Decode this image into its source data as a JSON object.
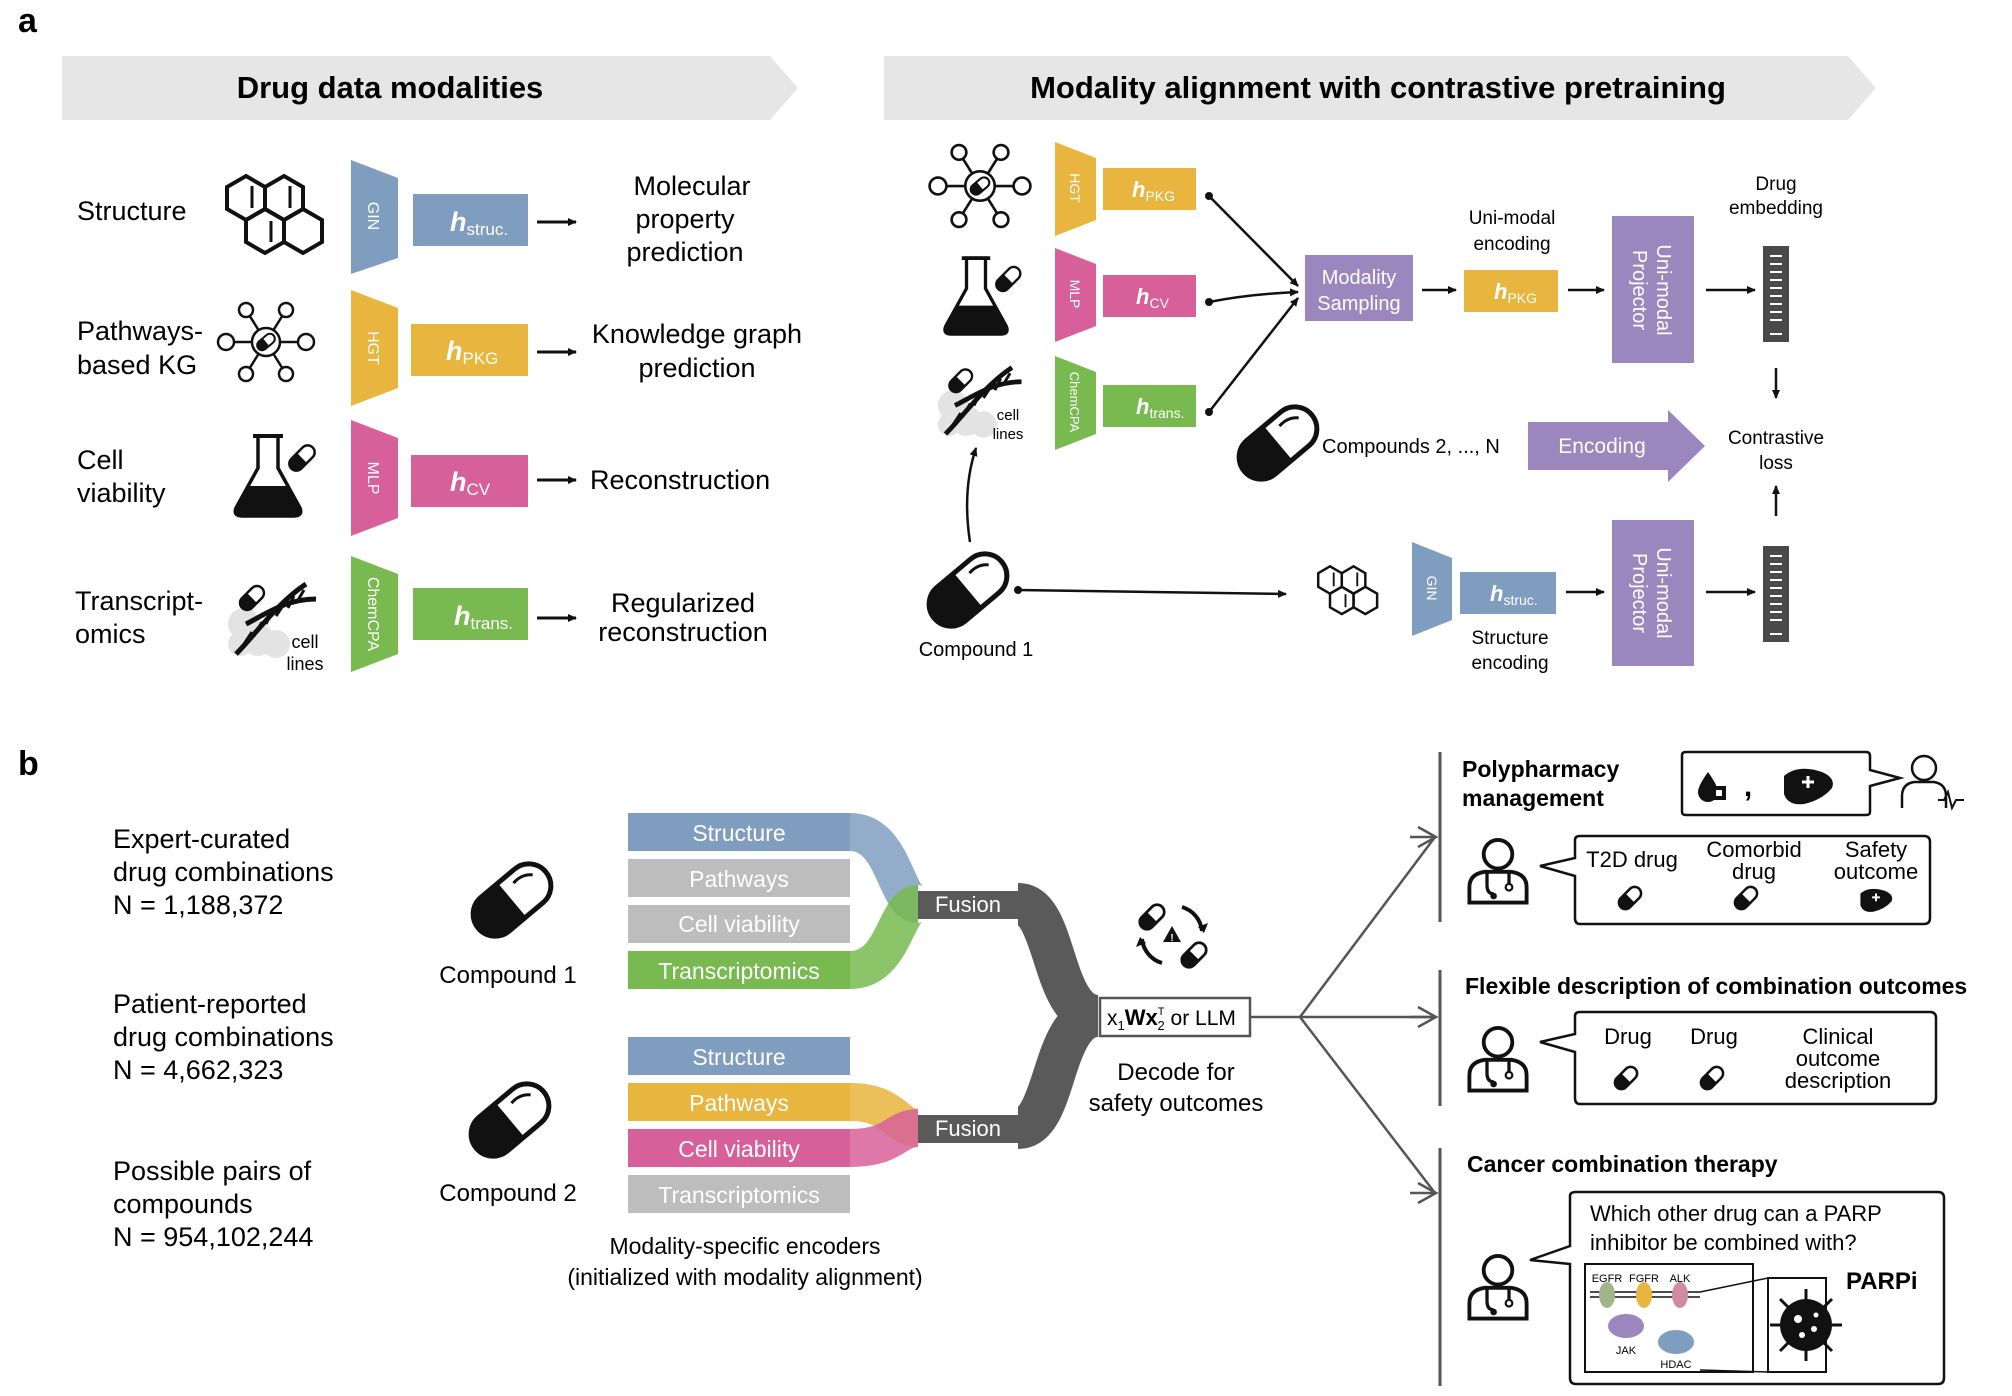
{
  "panel_a": {
    "label": "a",
    "left_header": "Drug data modalities",
    "right_header": "Modality alignment with contrastive pretraining",
    "rows": [
      {
        "name": "Structure",
        "encoder": "GIN",
        "embedding": "h",
        "embedding_sub": "struc.",
        "task": [
          "Molecular",
          "property",
          "prediction"
        ]
      },
      {
        "name": [
          "Pathways-",
          "based KG"
        ],
        "encoder": "HGT",
        "embedding": "h",
        "embedding_sub": "PKG",
        "task": [
          "Knowledge graph",
          "prediction"
        ]
      },
      {
        "name": [
          "Cell",
          "viability"
        ],
        "encoder": "MLP",
        "embedding": "h",
        "embedding_sub": "CV",
        "task": [
          "Reconstruction"
        ]
      },
      {
        "name": [
          "Transcript-",
          "omics"
        ],
        "encoder": "ChemCPA",
        "embedding": "h",
        "embedding_sub": "trans.",
        "task": [
          "Regularized",
          "reconstruction"
        ],
        "icon_caption": [
          "cell",
          "lines"
        ]
      }
    ],
    "right": {
      "encoders": [
        "HGT",
        "MLP",
        "ChemCPA"
      ],
      "embeddings": [
        {
          "h": "h",
          "sub": "PKG"
        },
        {
          "h": "h",
          "sub": "CV"
        },
        {
          "h": "h",
          "sub": "trans."
        }
      ],
      "cell_caption": [
        "cell",
        "lines"
      ],
      "modality_sampling": [
        "Modality",
        "Sampling"
      ],
      "unimodal_encoding": [
        "Uni-modal",
        "encoding"
      ],
      "unimodal_h": {
        "h": "h",
        "sub": "PKG"
      },
      "projector": [
        "Uni-modal",
        "Projector"
      ],
      "drug_embedding": [
        "Drug",
        "embedding"
      ],
      "compounds_text": "Compounds  2, ..., N",
      "encoding_arrow": "Encoding",
      "contrastive_loss": [
        "Contrastive",
        "loss"
      ],
      "compound1": "Compound 1",
      "gin": "GIN",
      "struc_h": {
        "h": "h",
        "sub": "struc."
      },
      "structure_encoding": [
        "Structure",
        "encoding"
      ]
    }
  },
  "panel_b": {
    "label": "b",
    "datasets": [
      {
        "lines": [
          "Expert-curated",
          "drug combinations",
          "N = 1,188,372"
        ]
      },
      {
        "lines": [
          "Patient-reported",
          "drug combinations",
          "N = 4,662,323"
        ]
      },
      {
        "lines": [
          "Possible pairs of",
          "compounds",
          "N = 954,102,244"
        ]
      }
    ],
    "compound1": "Compound 1",
    "compound2": "Compound 2",
    "modalities_1": [
      "Structure",
      "Pathways",
      "Cell viability",
      "Transcriptomics"
    ],
    "modalities_2": [
      "Structure",
      "Pathways",
      "Cell viability",
      "Transcriptomics"
    ],
    "fusion": "Fusion",
    "encoders_caption": [
      "Modality-specific encoders",
      "(initialized with modality alignment)"
    ],
    "decode_box": {
      "x1": "x",
      "sub1": "1",
      "W": "W",
      "x2": "x",
      "sub2": "2",
      "sup2": "T",
      "rest": " or LLM"
    },
    "decode_caption": [
      "Decode for",
      "safety outcomes"
    ],
    "apps": [
      {
        "title": [
          "Polypharmacy",
          "management"
        ],
        "comma": ",",
        "items": [
          {
            "text": [
              "T2D drug"
            ]
          },
          {
            "text": [
              "Comorbid",
              "drug"
            ]
          },
          {
            "text": [
              "Safety",
              "outcome"
            ]
          }
        ]
      },
      {
        "title": [
          "Flexible description of combination outcomes"
        ],
        "items": [
          {
            "text": [
              "Drug"
            ]
          },
          {
            "text": [
              "Drug"
            ]
          },
          {
            "text": [
              "Clinical",
              "outcome",
              "description"
            ]
          }
        ]
      },
      {
        "title": [
          "Cancer combination therapy"
        ],
        "question": [
          "Which other drug can a PARP",
          "inhibitor be combined with?"
        ],
        "receptors": [
          "EGFR",
          "FGFR",
          "ALK"
        ],
        "jak": "JAK",
        "hdac": "HDAC",
        "parpi": "PARPi"
      }
    ]
  },
  "colors": {
    "gin_blue": "#7f9dbf",
    "hgt_yellow": "#e8b53e",
    "mlp_pink": "#d8609a",
    "chemcpa_green": "#78ba4f",
    "projector_purple": "#9b86bd",
    "header_gray": "#e6e6e6",
    "pill_gray": "#bdbdbd",
    "fusion_dark": "#5a5a5a"
  }
}
